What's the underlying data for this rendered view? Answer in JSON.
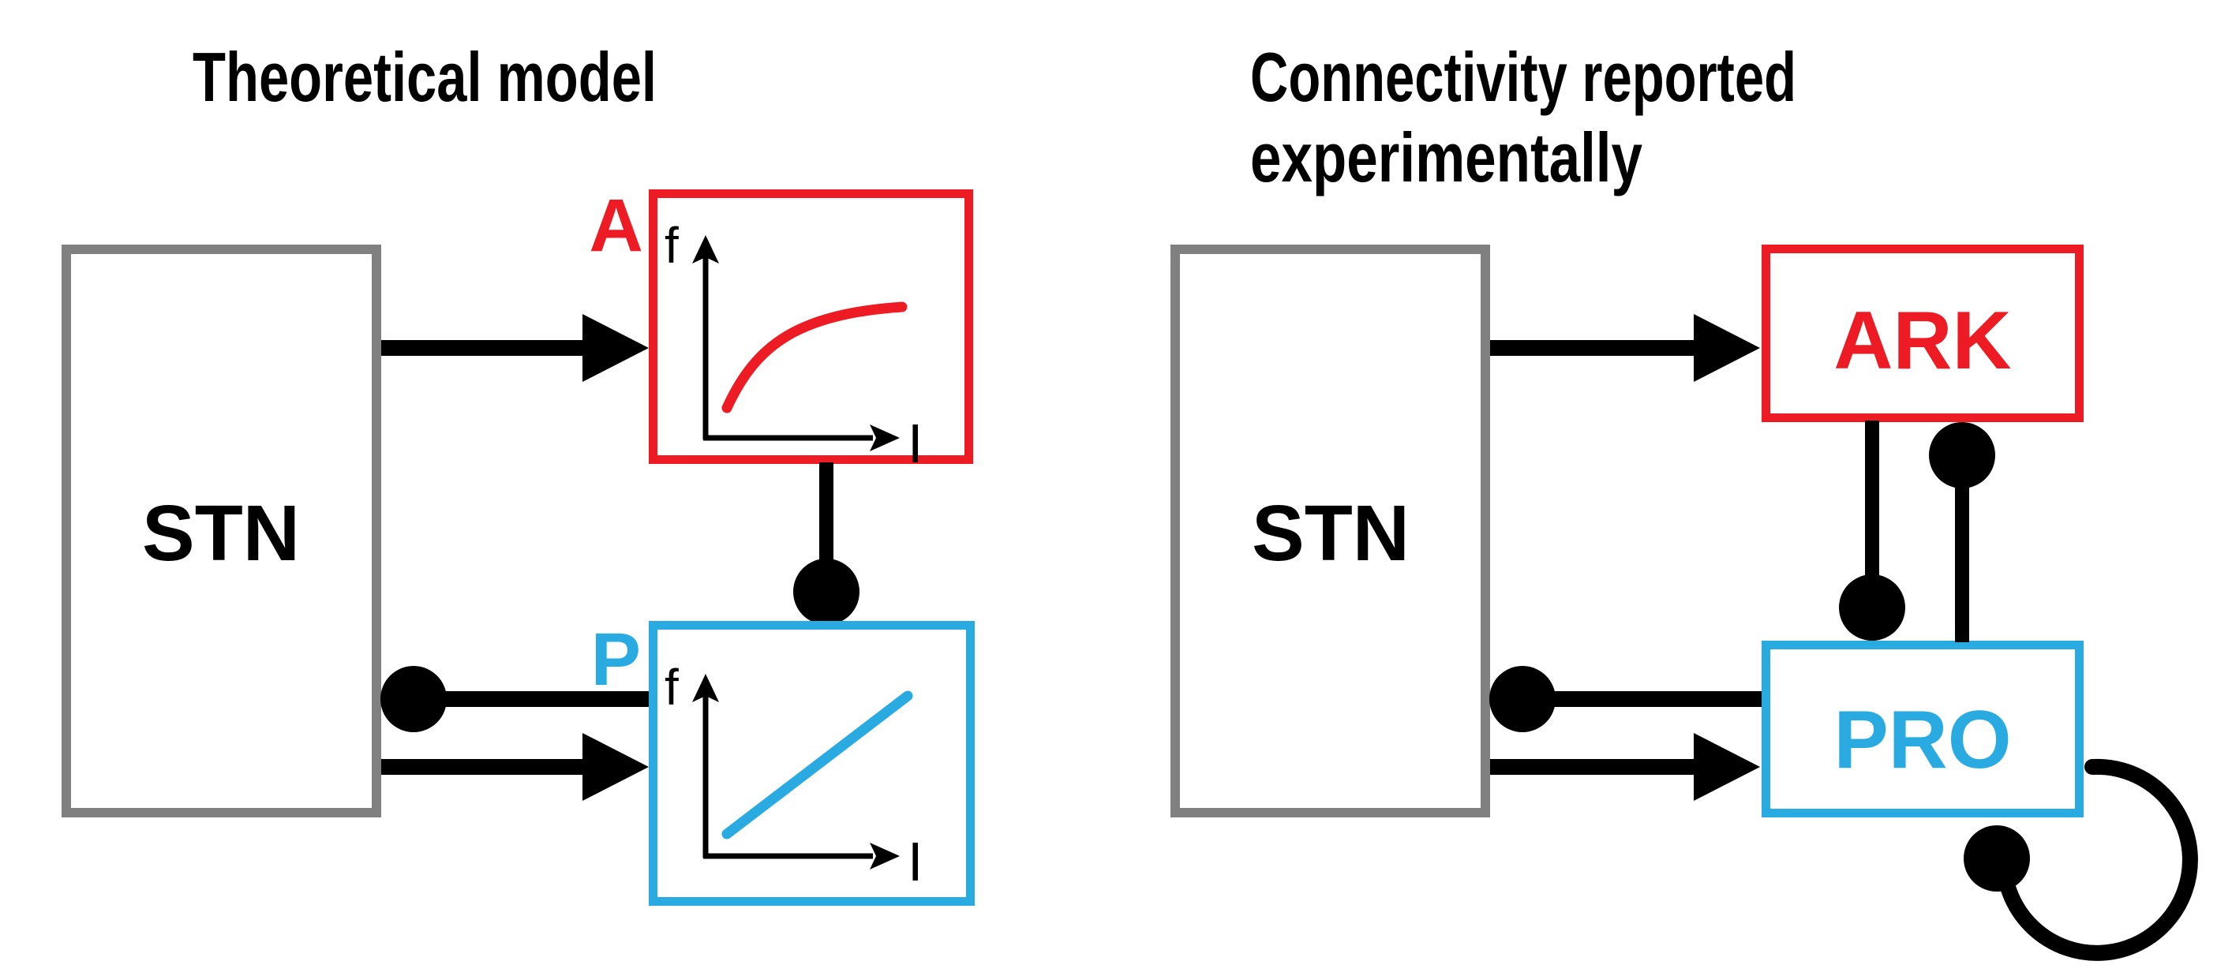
{
  "colors": {
    "red": "#ED1C24",
    "blue": "#29ABE2",
    "gray": "#808080",
    "black": "#000000"
  },
  "left_panel": {
    "title": "Theoretical model",
    "stn_label": "STN",
    "a_box": {
      "letter": "A",
      "plot": {
        "y_axis_label": "f",
        "x_axis_label": "I",
        "curve_type": "saturating",
        "curve_color": "#ED1C24"
      }
    },
    "p_box": {
      "letter": "P",
      "plot": {
        "y_axis_label": "f",
        "x_axis_label": "I",
        "curve_type": "linear",
        "curve_color": "#29ABE2"
      }
    },
    "connections": [
      {
        "from": "STN",
        "to": "A",
        "type": "excitatory-arrow"
      },
      {
        "from": "STN",
        "to": "P",
        "type": "excitatory-arrow"
      },
      {
        "from": "A",
        "to": "P",
        "type": "inhibitory-ball"
      },
      {
        "from": "P",
        "to": "STN",
        "type": "inhibitory-ball"
      }
    ]
  },
  "right_panel": {
    "title_line1": "Connectivity reported",
    "title_line2": "experimentally",
    "stn_label": "STN",
    "ark_label": "ARK",
    "pro_label": "PRO",
    "connections": [
      {
        "from": "STN",
        "to": "ARK",
        "type": "excitatory-arrow"
      },
      {
        "from": "STN",
        "to": "PRO",
        "type": "excitatory-arrow"
      },
      {
        "from": "ARK",
        "to": "PRO",
        "type": "inhibitory-ball"
      },
      {
        "from": "PRO",
        "to": "ARK",
        "type": "inhibitory-ball"
      },
      {
        "from": "PRO",
        "to": "STN",
        "type": "inhibitory-ball"
      },
      {
        "from": "PRO",
        "to": "PRO",
        "type": "inhibitory-ball-self-loop"
      }
    ]
  }
}
